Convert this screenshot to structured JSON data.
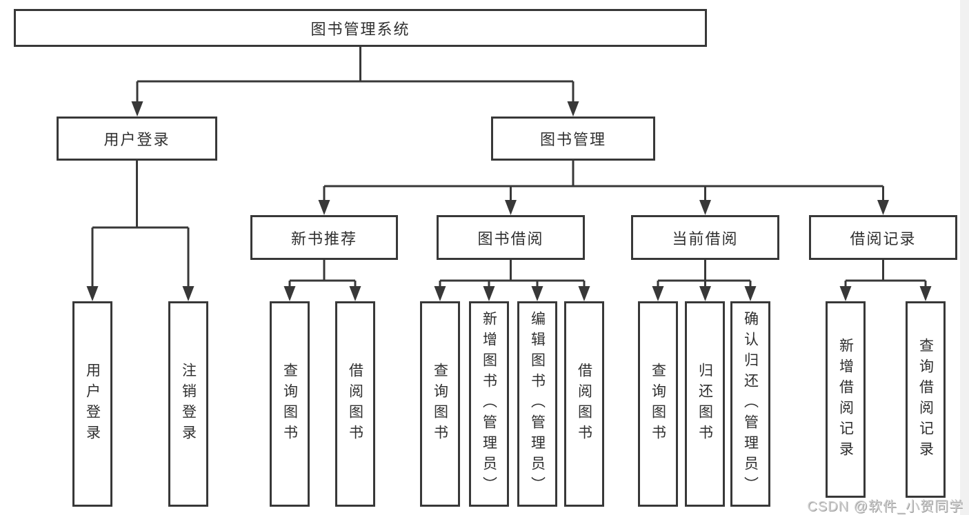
{
  "diagram": {
    "title": "图书管理系统",
    "root": {
      "label": "图书管理系统"
    },
    "level2": [
      {
        "label": "用户登录"
      },
      {
        "label": "图书管理"
      }
    ],
    "level3": [
      {
        "label": "新书推荐"
      },
      {
        "label": "图书借阅"
      },
      {
        "label": "当前借阅"
      },
      {
        "label": "借阅记录"
      }
    ],
    "leaves": {
      "user_login": [
        "用户登录",
        "注销登录"
      ],
      "new_book_recommend": [
        "查询图书",
        "借阅图书"
      ],
      "book_borrow": [
        "查询图书",
        "新增图书（管理员）",
        "编辑图书（管理员）",
        "借阅图书"
      ],
      "current_borrow": [
        "查询图书",
        "归还图书",
        "确认归还（管理员）"
      ],
      "borrow_records": [
        "新增借阅记录",
        "查询借阅记录"
      ]
    },
    "colors": {
      "line": "#383838",
      "box_border": "#383838",
      "text": "#2f2f2f",
      "background": "#ffffff",
      "watermark": "#cfcfcf"
    }
  },
  "watermark": {
    "text": "CSDN @软件_小贺同学"
  }
}
